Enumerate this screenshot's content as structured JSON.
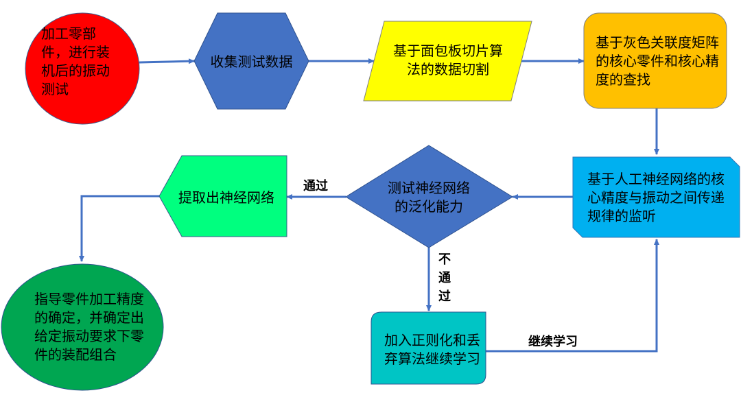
{
  "nodes": {
    "n1": {
      "label": "加工零部件，进行装机后的振动测试",
      "color": "#ff0000"
    },
    "n2": {
      "label": "收集测试数据",
      "color": "#4472c4"
    },
    "n3": {
      "label": "基于面包板切片算法的数据切割",
      "color": "#ffff00"
    },
    "n4": {
      "label": "基于灰色关联度矩阵的核心零件和核心精度的查找",
      "color": "#ffc000"
    },
    "n5": {
      "label": "基于人工神经网络的核心精度与振动之间传递规律的监听",
      "color": "#00b0f0"
    },
    "n6": {
      "label": "测试神经网络的泛化能力",
      "color": "#4472c4"
    },
    "n7": {
      "label": "提取出神经网络",
      "color": "#00ff7f"
    },
    "n8": {
      "label": "加入正则化和丢弃算法继续学习",
      "color": "#00c5c5"
    },
    "n9": {
      "label": "指导零件加工精度的确定，并确定出给定振动要求下零件的装配组合",
      "color": "#00a651"
    }
  },
  "edges": {
    "pass": "通过",
    "fail": "不通过",
    "continue": "继续学习"
  },
  "arrow_color": "#4472c4"
}
